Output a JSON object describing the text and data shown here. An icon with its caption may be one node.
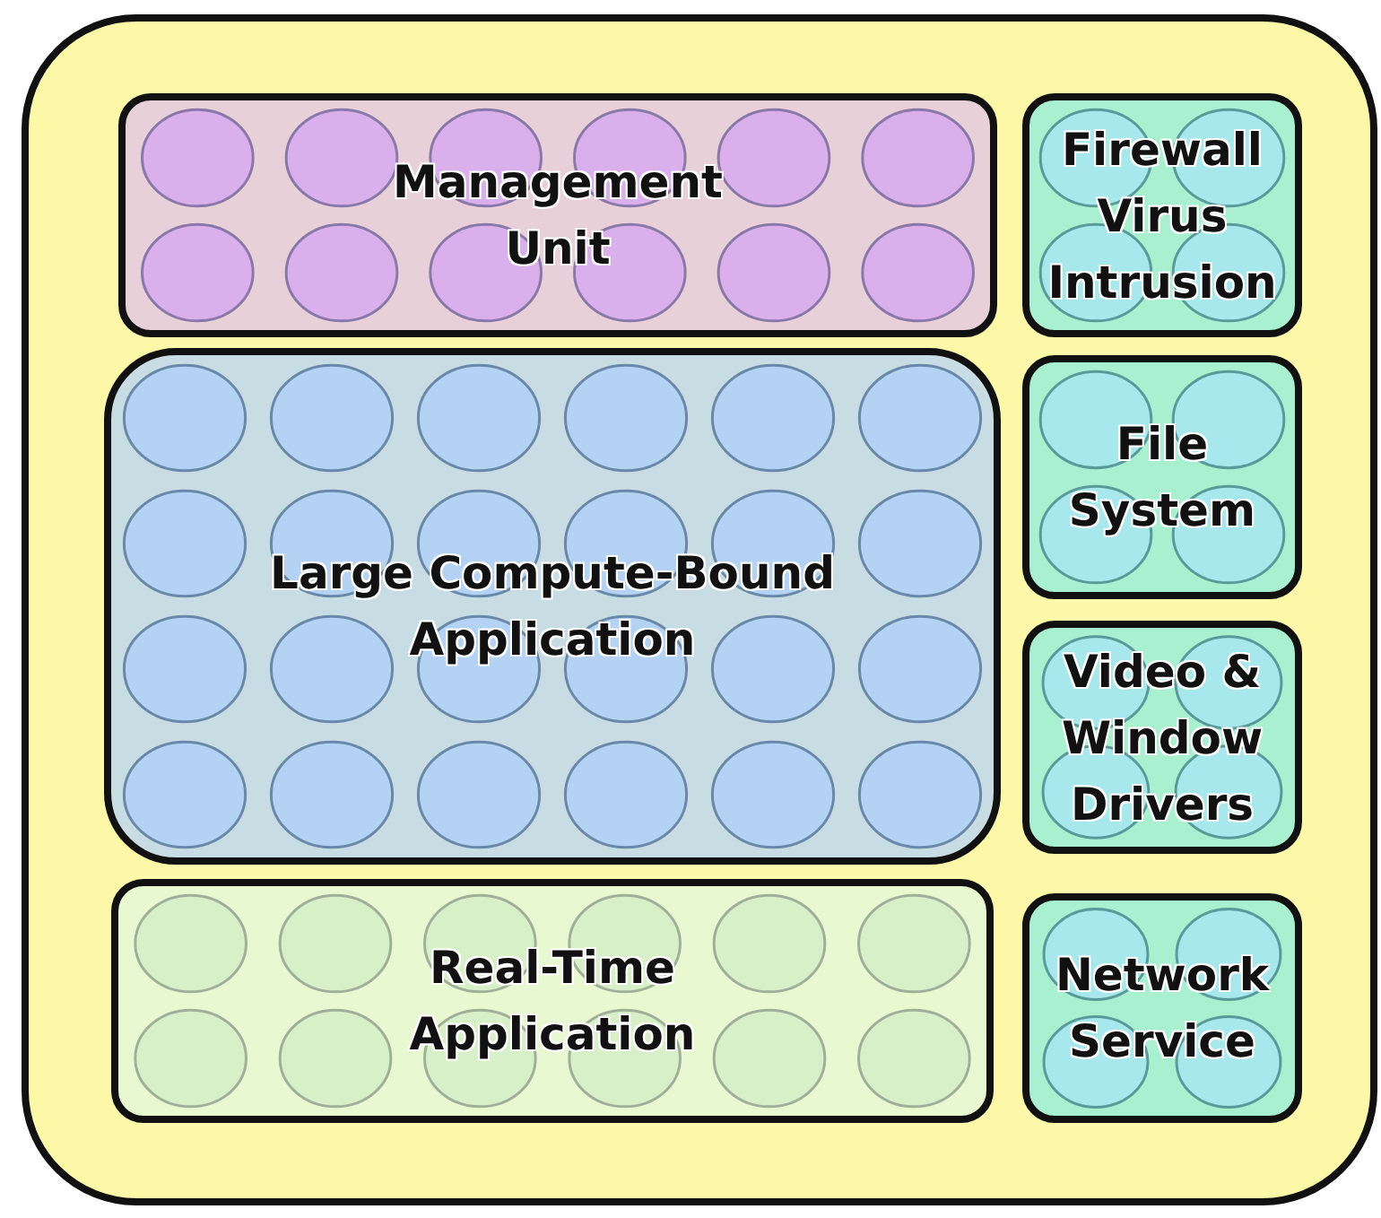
{
  "diagram": {
    "nodes": [
      {
        "text": [],
        "shape": "box"
      },
      {
        "text": [
          "Management Unit"
        ],
        "in": 0
      },
      {
        "text": [
          "Firewall Virus Intrusion"
        ],
        "in": 0
      },
      {
        "text": [
          "Large Compute-Bound Application"
        ],
        "in": 0
      },
      {
        "text": [
          "File System"
        ],
        "in": 0
      },
      {
        "text": [
          "Video & Window Drivers"
        ],
        "in": 0
      },
      {
        "text": [
          "Real-Time Application"
        ],
        "in": 0
      },
      {
        "text": [
          "Network Service"
        ],
        "in": 0
      }
    ],
    "edges": []
  }
}
